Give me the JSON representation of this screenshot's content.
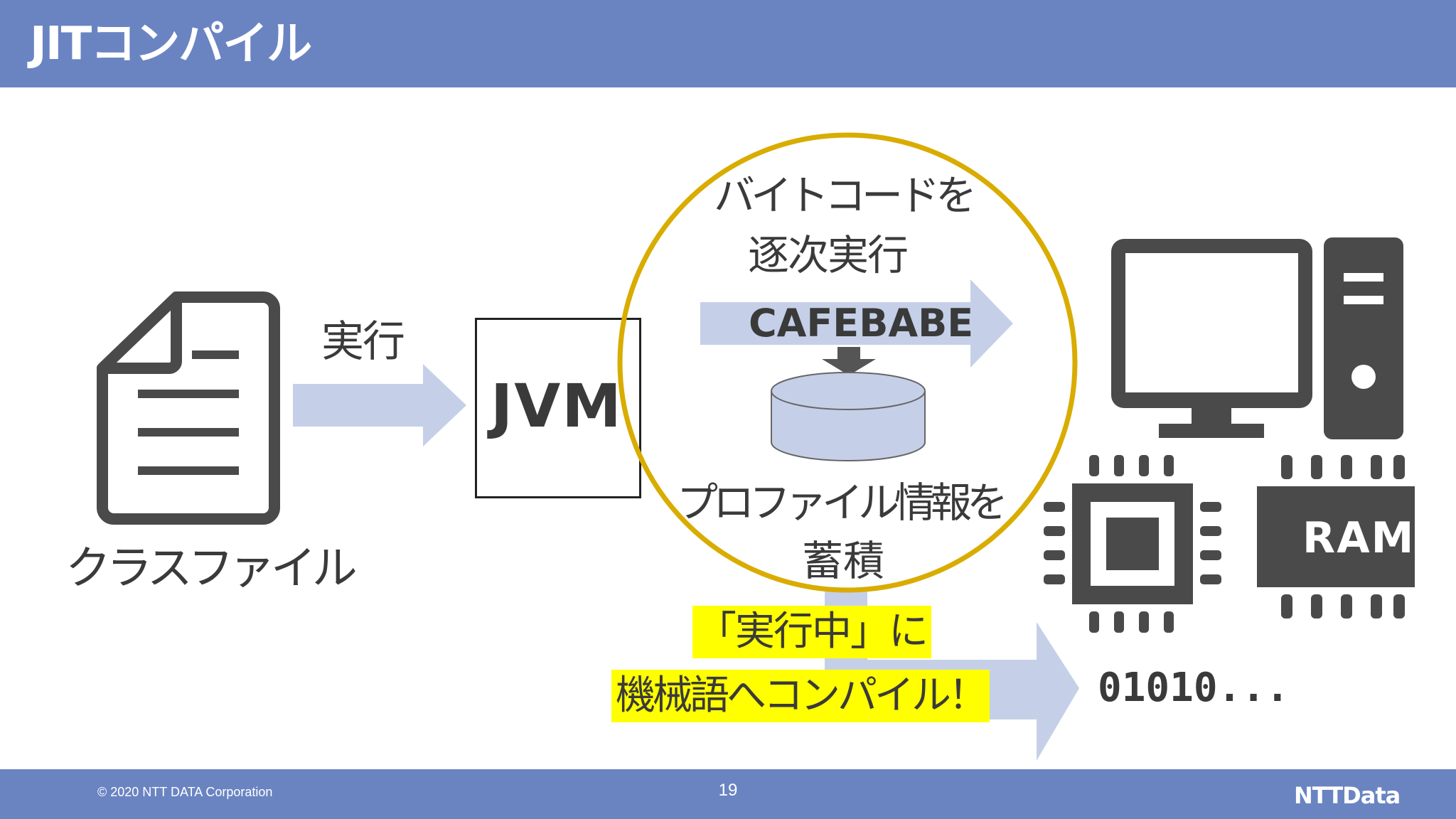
{
  "header": {
    "title": "JITコンパイル"
  },
  "diagram": {
    "class_file_label": "クラスファイル",
    "exec_label": "実行",
    "jvm_label": "JVM",
    "bytecode_line1": "バイトコードを",
    "bytecode_line2": "逐次実行",
    "cafebabe_label": "CAFEBABE",
    "profile_line1": "プロファイル情報を",
    "profile_line2": "蓄積",
    "jit_line1": "「実行中」に",
    "jit_line2": "機械語へコンパイル！",
    "ram_label": "RAM",
    "binary_label": "01010..."
  },
  "colors": {
    "header_bg": "#6a84c2",
    "arrow_fill": "#c5d0e8",
    "circle_stroke": "#d9ac00",
    "highlight": "#ffff00",
    "icon_fill": "#4a4a4a"
  },
  "footer": {
    "copyright": "© 2020 NTT DATA Corporation",
    "page_number": "19",
    "logo": "NTTData"
  }
}
